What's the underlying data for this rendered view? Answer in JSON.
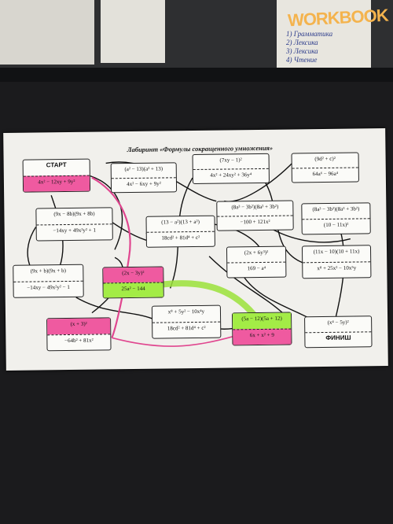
{
  "background": {
    "notebook_word": "WORKBOOK",
    "notebook_lines": [
      "1) Грамматика",
      "2) Лексика",
      "3) Лексика",
      "4) Чтение"
    ]
  },
  "worksheet": {
    "title": "Лабиринт «Формулы сокращенного умножения»",
    "start_label": "СТАРТ",
    "finish_label": "ФИНИШ",
    "boxes": [
      {
        "id": "start",
        "top": "",
        "bottom": "4x² − 12xy + 9y²"
      },
      {
        "id": "b1",
        "top": "(a² − 13)(a² + 13)",
        "bottom": "4x² − 6xy + 9y²"
      },
      {
        "id": "b2",
        "top": "(7xy − 1)²",
        "bottom": "4x² + 24xy² + 36y⁴"
      },
      {
        "id": "b3",
        "top": "(9d² + c)²",
        "bottom": "64a⁶ − 96a⁴"
      },
      {
        "id": "b4",
        "top": "(9x − 8b)(9x + 8b)",
        "bottom": "−14xy + 49x²y² + 1"
      },
      {
        "id": "b5",
        "top": "(13 − a²)(13 + a²)",
        "bottom": "18cd² + 81d⁴ + c²"
      },
      {
        "id": "b6",
        "top": "(8a³ − 3b²)(8a³ + 3b²)",
        "bottom": "−100 + 121x²"
      },
      {
        "id": "b7",
        "top": "(8a³ − 3b²)(8a³ + 3b²)",
        "bottom": "(10 − 11x)²"
      },
      {
        "id": "b8",
        "top": "(9x + b)(9x + b)",
        "bottom": "−14xy − 49x²y² − 1"
      },
      {
        "id": "b9",
        "top": "(2x − 3y)²",
        "bottom": "25a² − 144"
      },
      {
        "id": "b10",
        "top": "(2x + 6y³)²",
        "bottom": "169 − a⁴"
      },
      {
        "id": "b11",
        "top": "(11x − 10)(10 + 11x)",
        "bottom": "x⁸ + 25x² − 10x⁵y"
      },
      {
        "id": "b12",
        "top": "(x + 3)²",
        "bottom": "−64b² + 81x²"
      },
      {
        "id": "b13",
        "top": "x⁸ + 5y² − 10x⁴y",
        "bottom": "18cd² + 81d⁴ + c²"
      },
      {
        "id": "b14",
        "top": "(5a − 12)(5a + 12)",
        "bottom": "6x + x² + 9"
      },
      {
        "id": "finish",
        "top": "(x⁴ − 5y)²",
        "bottom": ""
      }
    ]
  }
}
